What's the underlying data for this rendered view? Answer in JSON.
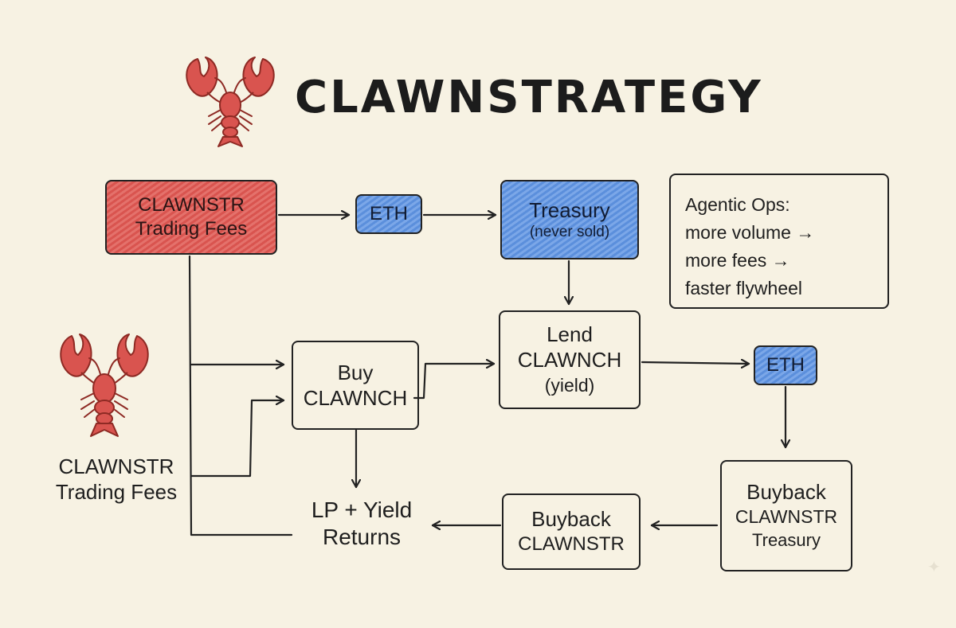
{
  "title": "CLAWNSTRATEGY",
  "nodes": {
    "fees_top": {
      "line1": "CLAWNSTR",
      "line2": "Trading Fees"
    },
    "eth_top": {
      "label": "ETH"
    },
    "treasury": {
      "line1": "Treasury",
      "line2": "(never sold)"
    },
    "agentic": {
      "line1": "Agentic Ops:",
      "line2": "more volume →",
      "line3": "more fees →",
      "line4": "faster flywheel"
    },
    "buy": {
      "line1": "Buy",
      "line2": "CLAWNCH"
    },
    "lend": {
      "line1": "Lend",
      "line2": "CLAWNCH",
      "line3": "(yield)"
    },
    "eth_mid": {
      "label": "ETH"
    },
    "fees_left": {
      "line1": "CLAWNSTR",
      "line2": "Trading Fees"
    },
    "lp": {
      "line1": "LP + Yield",
      "line2": "Returns"
    },
    "buyback_mid": {
      "line1": "Buyback",
      "line2": "CLAWNSTR"
    },
    "buyback_treasury": {
      "line1": "Buyback",
      "line2": "CLAWNSTR",
      "line3": "Treasury"
    }
  },
  "colors": {
    "red": "#d9544f",
    "blue": "#5b8fdc",
    "ink": "#222222",
    "paper": "#f7f2e3"
  },
  "icons": [
    "lobster-icon",
    "sparkle-icon"
  ]
}
